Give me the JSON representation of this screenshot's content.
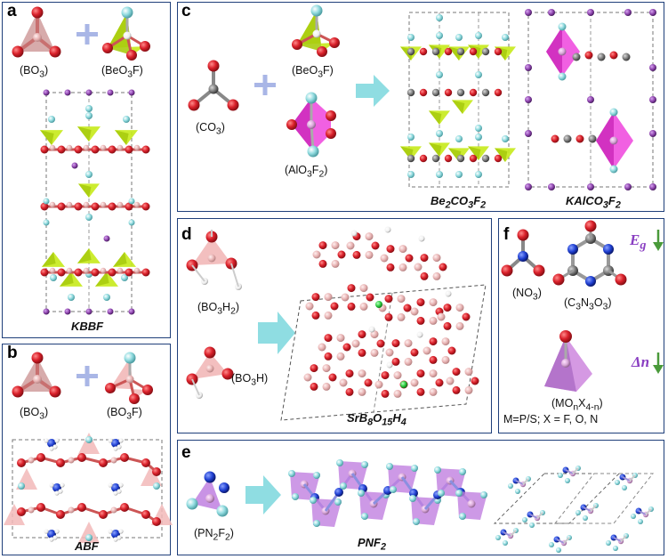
{
  "panels": {
    "a": {
      "letter": "a",
      "left_unit": "(BO<sub>3</sub>)",
      "right_unit": "(BeO<sub>3</sub>F)",
      "material": "KBBF"
    },
    "b": {
      "letter": "b",
      "left_unit": "(BO<sub>3</sub>)",
      "right_unit": "(BO<sub>3</sub>F)",
      "material": "ABF"
    },
    "c": {
      "letter": "c",
      "unit_co3": "(CO<sub>3</sub>)",
      "unit_beo3f": "(BeO<sub>3</sub>F)",
      "unit_alo3f2": "(AlO<sub>3</sub>F<sub>2</sub>)",
      "material_1": "Be<sub>2</sub>CO<sub>3</sub>F<sub>2</sub>",
      "material_2": "KAlCO<sub>3</sub>F<sub>2</sub>"
    },
    "d": {
      "letter": "d",
      "unit_1": "(BO<sub>3</sub>H<sub>2</sub>)",
      "unit_2": "(BO<sub>3</sub>H)",
      "material": "SrB<sub>8</sub>O<sub>15</sub>H<sub>4</sub>"
    },
    "e": {
      "letter": "e",
      "unit": "(PN<sub>2</sub>F<sub>2</sub>)",
      "material": "PNF<sub>2</sub>"
    },
    "f": {
      "letter": "f",
      "unit_1": "(NO<sub>3</sub>)",
      "unit_2": "(C<sub>3</sub>N<sub>3</sub>O<sub>3</sub>)",
      "unit_3": "(MO<sub>n</sub>X<sub>4-n</sub>)",
      "note": "M=P/S; X = F, O, N",
      "prop_1": "E<sub>g</sub>",
      "prop_2": "Δn"
    }
  },
  "colors": {
    "border": "#1f3f7a",
    "oxygen": "#d9202a",
    "boron": "#e6b4b4",
    "fluorine": "#92dce0",
    "potassium": "#8e44ad",
    "nitrogen": "#1f3fd1",
    "carbon": "#7a7a7a",
    "hydrogen": "#f2f2f2",
    "strontium": "#2ecc40",
    "beo3f_tetra": "#c6ea1a",
    "alo3f2_poly": "#ee44dd",
    "arrow": "#8fdde2",
    "trend_arrow": "#4a9a3a"
  }
}
